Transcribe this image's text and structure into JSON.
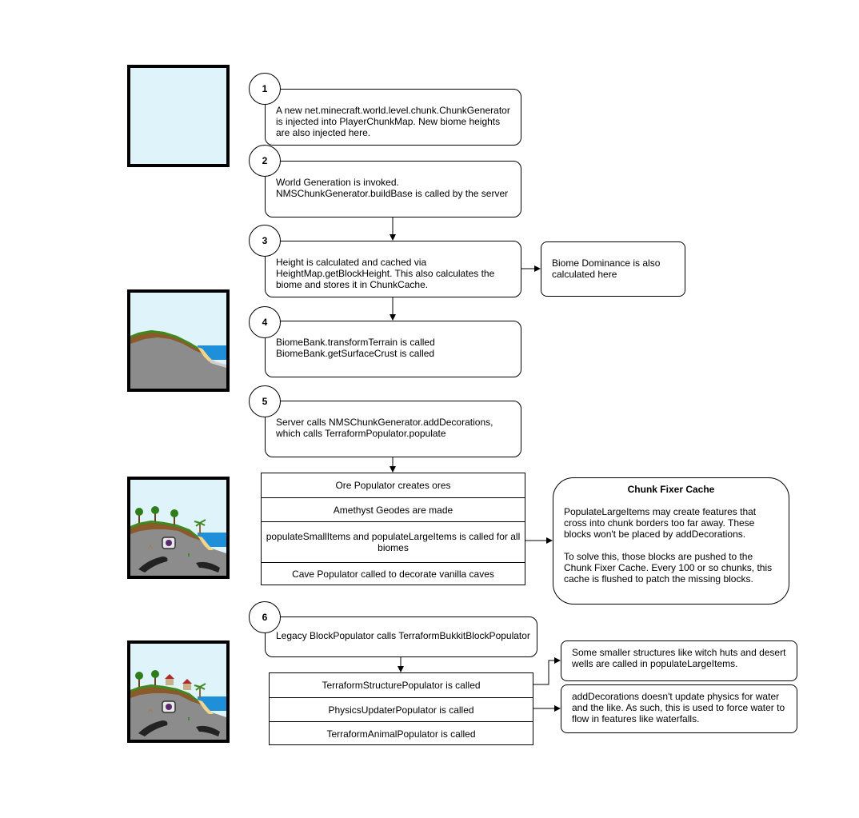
{
  "steps": [
    {
      "number": "1",
      "text": [
        "A new net.minecraft.world.level.chunk.ChunkGenerator",
        "is injected into PlayerChunkMap. New biome heights",
        "are also injected here."
      ]
    },
    {
      "number": "2",
      "text": [
        "World Generation is invoked.",
        "NMSChunkGenerator.buildBase is called by the server"
      ]
    },
    {
      "number": "3",
      "text": [
        "Height is calculated and cached via",
        "HeightMap.getBlockHeight. This also calculates the",
        "biome and stores it in ChunkCache."
      ]
    },
    {
      "number": "4",
      "text": [
        "BiomeBank.transformTerrain is called",
        "BiomeBank.getSurfaceCrust is called"
      ]
    },
    {
      "number": "5",
      "text": [
        "Server calls NMSChunkGenerator.addDecorations,",
        "which calls TerraformPopulator.populate"
      ]
    },
    {
      "number": "6",
      "text": [
        "Legacy BlockPopulator calls TerraformBukkitBlockPopulator"
      ]
    }
  ],
  "biome_note": [
    "Biome Dominance is also",
    "calculated here"
  ],
  "populators": [
    "Ore Populator creates ores",
    "Amethyst Geodes are made",
    "populateSmallItems and populateLargeItems is called for all biomes",
    "Cave Populator called to decorate vanilla caves"
  ],
  "chunk_fixer_cache": {
    "title": "Chunk Fixer Cache",
    "paragraph1": [
      "PopulateLargeItems may create features that",
      "cross into chunk borders too far away. These",
      "blocks won't be placed by addDecorations."
    ],
    "paragraph2": [
      "To solve this, those blocks are pushed to the",
      "Chunk Fixer Cache. Every 100 or so chunks, this",
      "cache is flushed to patch the missing blocks."
    ]
  },
  "bukkit_populators": [
    "TerraformStructurePopulator is called",
    "PhysicsUpdaterPopulator is called",
    "TerraformAnimalPopulator is called"
  ],
  "structure_note": [
    "Some smaller structures like witch huts and desert",
    "wells are called in populateLargeItems."
  ],
  "physics_note": [
    "addDecorations doesn't update physics for water",
    "and the like. As such, this is used to force water to",
    "flow in features like waterfalls."
  ],
  "thumbnails": [
    "empty-chunk",
    "terrain-shaped",
    "decorated-terrain",
    "structures-terrain"
  ],
  "colors": {
    "sky": "#dff3fb",
    "grass": "#3d8a1f",
    "dirt": "#8a5a2b",
    "stone": "#8c8c8c",
    "water": "#1e8fd8",
    "sand": "#f2d58a"
  }
}
